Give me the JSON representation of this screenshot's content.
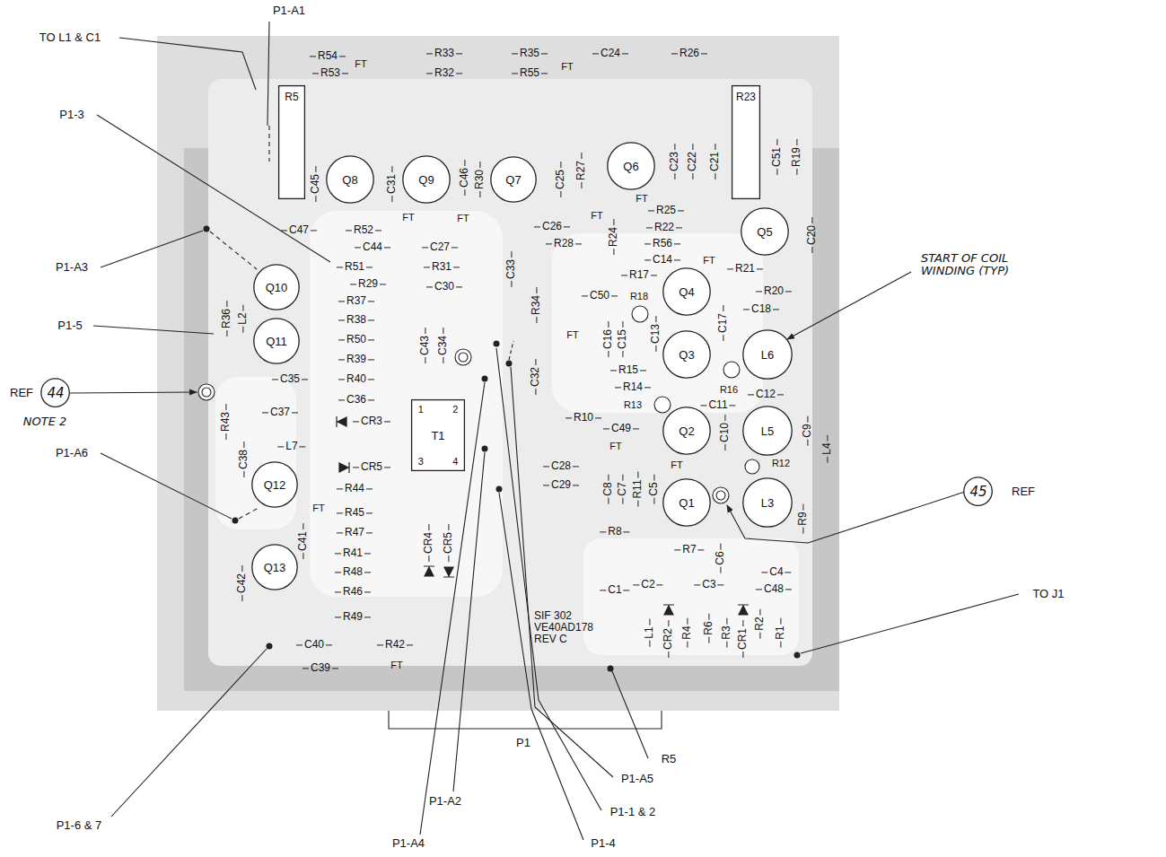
{
  "diagram": {
    "nodes": [
      {
        "text": [
          "R5"
        ]
      },
      {
        "text": [
          "R23"
        ]
      },
      {
        "text": [
          "Q6"
        ]
      },
      {
        "text": [
          "Q8"
        ]
      },
      {
        "text": [
          "Q9"
        ]
      },
      {
        "text": [
          "Q7"
        ]
      },
      {
        "text": [
          "Q5"
        ]
      },
      {
        "text": [
          "Q10"
        ]
      },
      {
        "text": [
          "Q4"
        ]
      },
      {
        "text": [
          "Q11"
        ]
      },
      {
        "text": [
          "Q3"
        ]
      },
      {
        "text": [
          "L6"
        ]
      },
      {
        "text": [
          "44"
        ]
      },
      {
        "text": [
          "1",
          "2",
          "T1",
          "3",
          "4"
        ]
      },
      {
        "text": [
          "L5"
        ]
      },
      {
        "text": [
          "Q2"
        ]
      },
      {
        "text": [
          "Q12"
        ]
      },
      {
        "text": [
          "45"
        ]
      },
      {
        "text": [
          "Q1"
        ]
      },
      {
        "text": [
          "L3"
        ]
      },
      {
        "text": [
          "Q13"
        ]
      }
    ],
    "labels": [
      "P1-A1",
      "TO L1 & C1",
      "P1-3",
      "P1-A3",
      "P1-5",
      "REF",
      "NOTE 2",
      "P1-A6",
      "START OF COIL WINDING (TYP)",
      "REF",
      "TO J1",
      "P1",
      "R5",
      "P1-A5",
      "P1-1 & 2",
      "P1-A2",
      "P1-4",
      "P1-A4",
      "P1-6 & 7",
      "SIF 302 VE40AD178 REV C",
      "R54",
      "R33",
      "R35",
      "C24",
      "R26",
      "FT",
      "R53",
      "R32",
      "R55",
      "FT",
      "C45",
      "C31",
      "C46",
      "R30",
      "C25",
      "R27",
      "C23",
      "C22",
      "C21",
      "C51",
      "R19",
      "FT",
      "FT",
      "FT",
      "R25",
      "FT",
      "R24",
      "R22",
      "R56",
      "C14",
      "FT",
      "C20",
      "C47",
      "R52",
      "C26",
      "R28",
      "C44",
      "C27",
      "C33",
      "R51",
      "R31",
      "R29",
      "C30",
      "R17",
      "R21",
      "R37",
      "C50",
      "R34",
      "R20",
      "C18",
      "R18",
      "C13",
      "R36",
      "L2",
      "R38",
      "C16",
      "C15",
      "C17",
      "R50",
      "C43",
      "C34",
      "FT",
      "R39",
      "C35",
      "R40",
      "C32",
      "R15",
      "R16",
      "C12",
      "R14",
      "C36",
      "C37",
      "R13",
      "C11",
      "CR3",
      "R10",
      "R43",
      "C49",
      "C9",
      "L4",
      "C10",
      "L7",
      "FT",
      "CR5",
      "C38",
      "R12",
      "C28",
      "C29",
      "FT",
      "C8",
      "C7",
      "R11",
      "C5",
      "R9",
      "R44",
      "R45",
      "FT",
      "R47",
      "C41",
      "R41",
      "CR4",
      "CR5",
      "R8",
      "R7",
      "C6",
      "C4",
      "R48",
      "C1",
      "C2",
      "C3",
      "C48",
      "C42",
      "R46",
      "L1",
      "CR2",
      "R4",
      "R6",
      "R3",
      "CR1",
      "R2",
      "R1",
      "R49",
      "C40",
      "R42",
      "FT",
      "C39"
    ]
  }
}
